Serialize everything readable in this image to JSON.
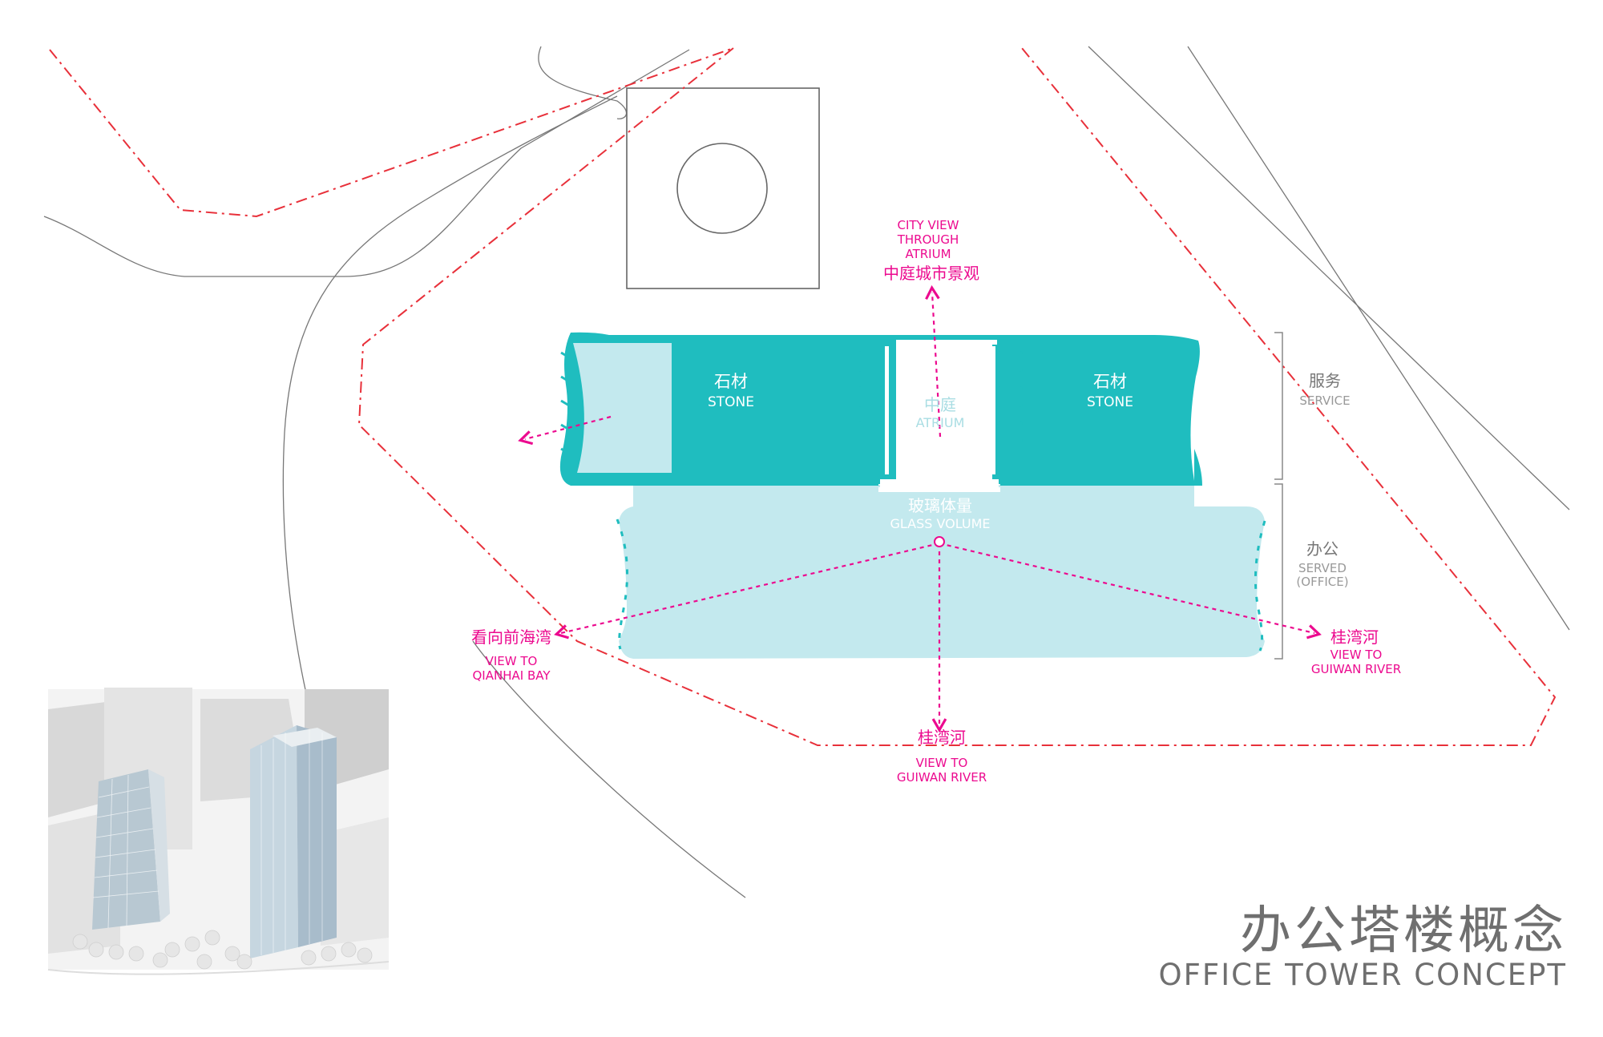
{
  "title": {
    "cn": "办公塔楼概念",
    "en": "OFFICE TOWER CONCEPT"
  },
  "colors": {
    "teal": "#1fbdbf",
    "glass": "#c3e9ee",
    "magenta": "#ec0a8f",
    "boundary": "#e8303a",
    "light_text": "#a9dde3",
    "gray_text": "#777777"
  },
  "labels": {
    "city_view_en": [
      "CITY VIEW",
      "THROUGH",
      "ATRIUM"
    ],
    "city_view_cn": "中庭城市景观",
    "stone_left_cn": "石材",
    "stone_left_en": "STONE",
    "stone_right_cn": "石材",
    "stone_right_en": "STONE",
    "atrium_cn": "中庭",
    "atrium_en": "ATRIUM",
    "glass_cn": "玻璃体量",
    "glass_en": "GLASS VOLUME",
    "service_cn": "服务",
    "service_en": "SERVICE",
    "office_cn": "办公",
    "office_en1": "SERVED",
    "office_en2": "(OFFICE)",
    "qianhai_cn": "看向前海湾",
    "qianhai_en1": "VIEW TO",
    "qianhai_en2": "QIANHAI BAY",
    "guiwan_right_cn": "桂湾河",
    "guiwan_right_en1": "VIEW TO",
    "guiwan_right_en2": "GUIWAN RIVER",
    "guiwan_bottom_cn": "桂湾河",
    "guiwan_bottom_en1": "VIEW TO",
    "guiwan_bottom_en2": "GUIWAN RIVER"
  }
}
